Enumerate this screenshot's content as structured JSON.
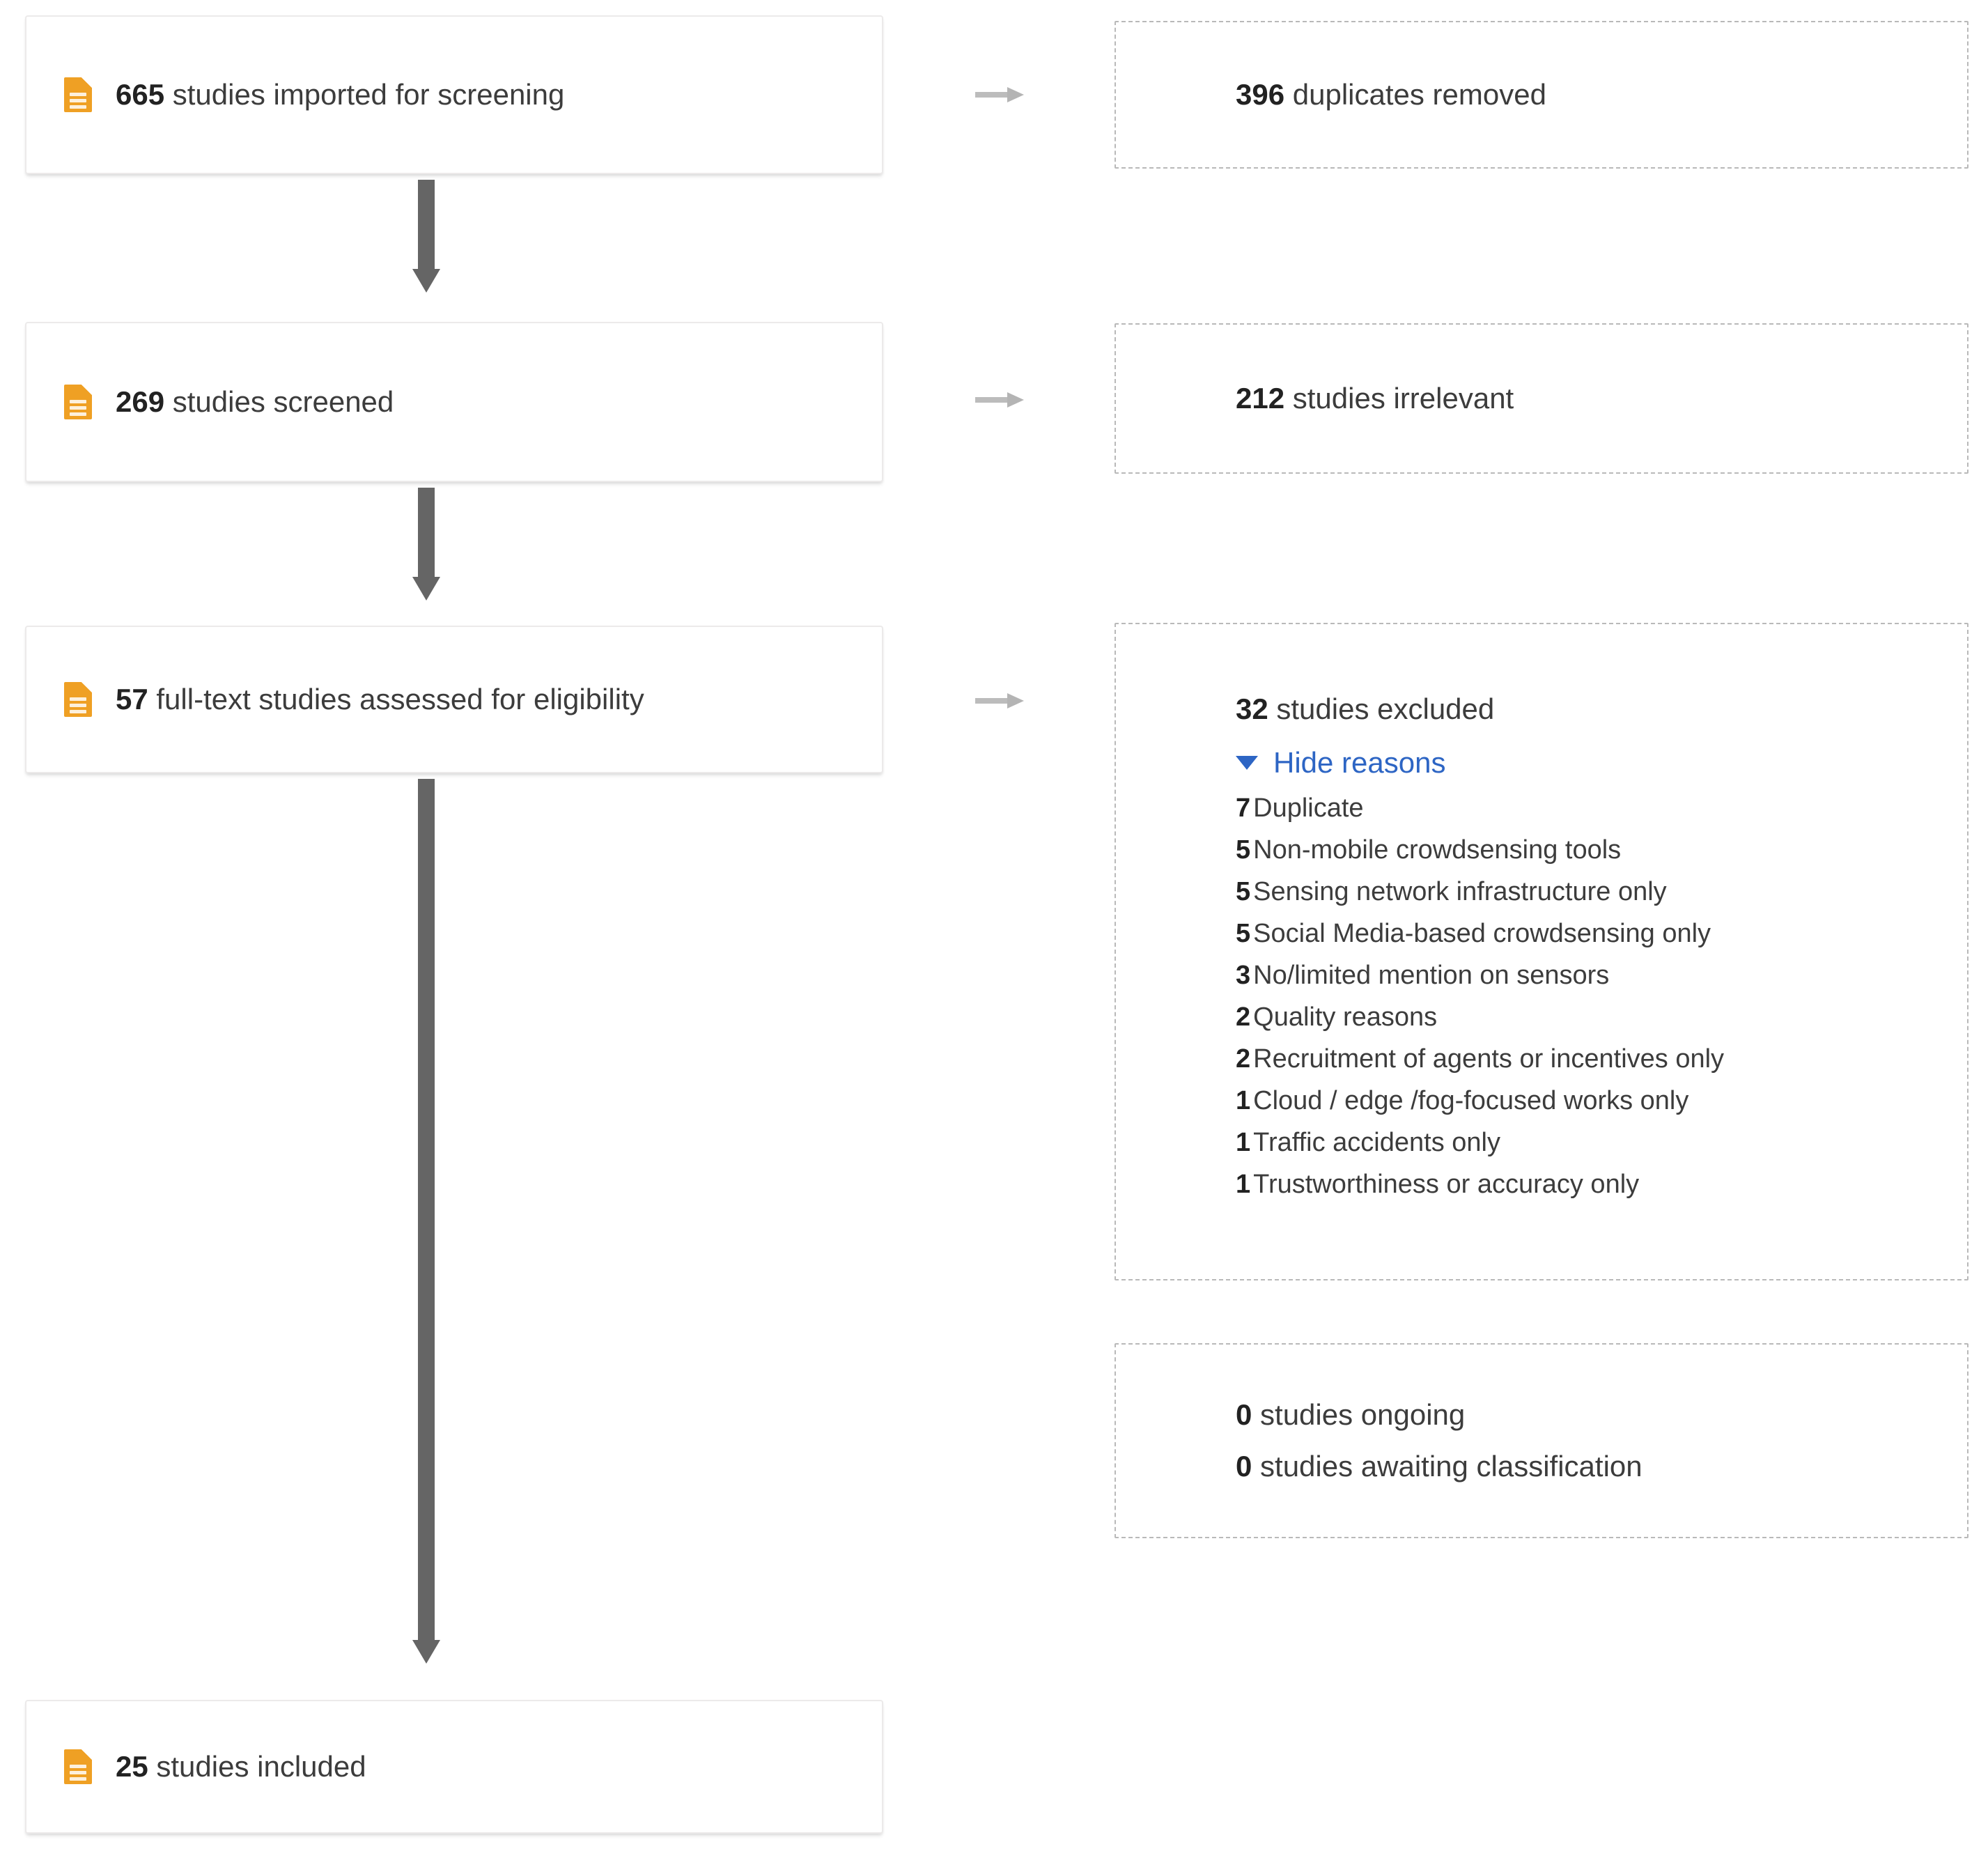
{
  "diagram": {
    "type": "prisma-flow-diagram",
    "accent_blue": "#2d65c4",
    "icon_orange": "#efa024",
    "arrow_gray": "#656565"
  },
  "nodes": [
    {
      "count": "665",
      "label": " studies imported for screening",
      "icon": "document-icon"
    },
    {
      "count": "269",
      "label": " studies screened",
      "icon": "document-icon"
    },
    {
      "count": "57",
      "label": " full-text studies assessed for eligibility",
      "icon": "document-icon"
    },
    {
      "count": "25",
      "label": " studies included",
      "icon": "document-icon"
    }
  ],
  "side_boxes": [
    {
      "count": "396",
      "label": " duplicates removed"
    },
    {
      "count": "212",
      "label": " studies irrelevant"
    }
  ],
  "excluded": {
    "count": "32",
    "label": " studies excluded",
    "toggle_label": "Hide reasons",
    "reasons": [
      {
        "count": "7",
        "label": "Duplicate"
      },
      {
        "count": "5",
        "label": "Non-mobile crowdsensing tools"
      },
      {
        "count": "5",
        "label": "Sensing network infrastructure only"
      },
      {
        "count": "5",
        "label": "Social Media-based crowdsensing only"
      },
      {
        "count": "3",
        "label": "No/limited mention on sensors"
      },
      {
        "count": "2",
        "label": "Quality reasons"
      },
      {
        "count": "2",
        "label": "Recruitment of agents or incentives only"
      },
      {
        "count": "1",
        "label": "Cloud / edge /fog-focused works only"
      },
      {
        "count": "1",
        "label": "Traffic accidents only"
      },
      {
        "count": "1",
        "label": "Trustworthiness or accuracy only"
      }
    ]
  },
  "status_box": {
    "lines": [
      {
        "count": "0",
        "label": " studies ongoing"
      },
      {
        "count": "0",
        "label": " studies awaiting classification"
      }
    ]
  }
}
